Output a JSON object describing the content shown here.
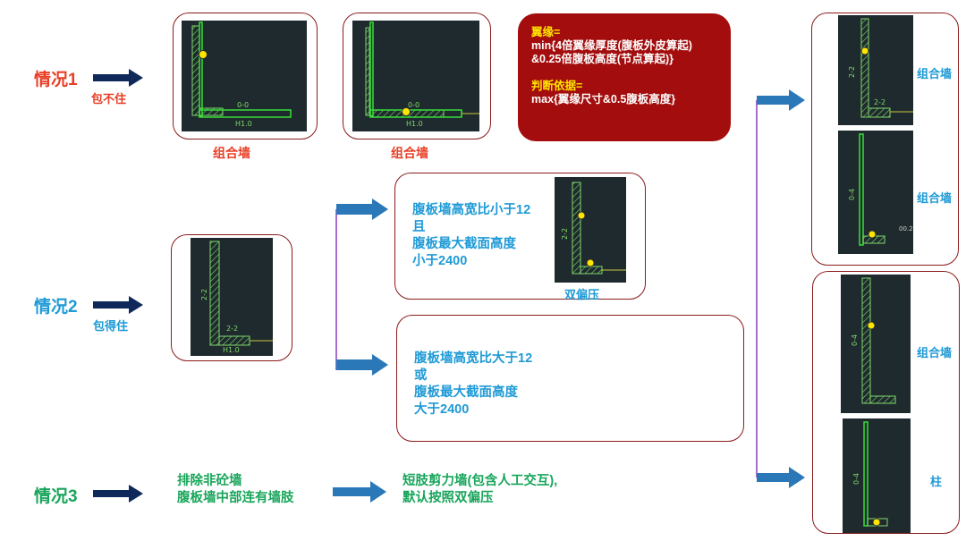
{
  "case1": {
    "label": "情况1",
    "sub": "包不住",
    "caption_a": "组合墙",
    "caption_b": "组合墙"
  },
  "case2": {
    "label": "情况2",
    "sub": "包得住"
  },
  "case3": {
    "label": "情况3"
  },
  "flange_card": {
    "title1": "翼缘=",
    "line1": "min{4倍翼缘厚度(腹板外皮算起)",
    "line2": "&0.25倍腹板高度(节点算起)}",
    "title2": "判断依据=",
    "line3": "max{翼缘尺寸&0.5腹板高度}"
  },
  "upper_condition": {
    "line1": "腹板墙高宽比小于12",
    "line2": "且",
    "line3": "腹板最大截面高度",
    "line4": "小于2400",
    "caption": "双偏压"
  },
  "lower_condition": {
    "line1": "腹板墙高宽比大于12",
    "line2": "或",
    "line3": "腹板最大截面高度",
    "line4": "大于2400"
  },
  "case3_text": {
    "line1": "排除非砼墙",
    "line2": "腹板墙中部连有墙肢"
  },
  "case3_result": {
    "line1": "短肢剪力墙(包含人工交互),",
    "line2": "默认按照双偏压"
  },
  "results_top": [
    "组合墙",
    "组合墙"
  ],
  "results_bottom": [
    "组合墙",
    "柱"
  ],
  "cad_labels": {
    "a": "H1.0",
    "b": "0-0",
    "c": "2-2",
    "d": "0-4",
    "e": "00.2"
  },
  "colors": {
    "red": "#e83e25",
    "blue": "#1f9ad6",
    "green": "#18a55a",
    "navy": "#0f2a5a",
    "arrow_blue": "#2b78b8",
    "dark_red": "#8b1a1a"
  }
}
